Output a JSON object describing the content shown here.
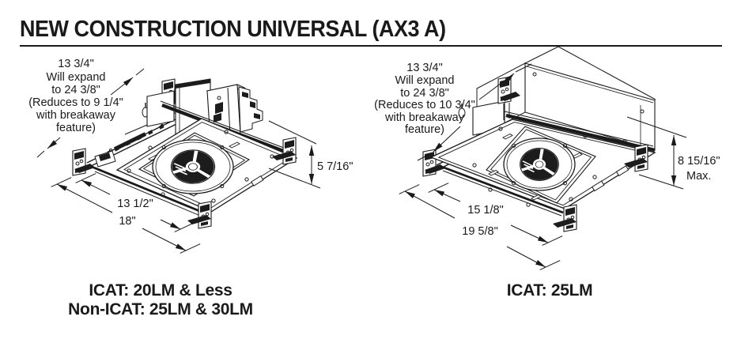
{
  "title": "NEW CONSTRUCTION UNIVERSAL (AX3 A)",
  "figures": {
    "left": {
      "expansion_note": [
        "13 3/4\"",
        "Will expand",
        "to 24 3/8\"",
        "(Reduces to 9 1/4\"",
        "with breakaway",
        "feature)"
      ],
      "height_dim": "5 7/16\"",
      "inner_width_dim": "13 1/2\"",
      "outer_width_dim": "18\"",
      "caption_line1": "ICAT: 20LM & Less",
      "caption_line2": "Non-ICAT: 25LM & 30LM"
    },
    "right": {
      "expansion_note": [
        "13 3/4\"",
        "Will expand",
        "to 24 3/8\"",
        "(Reduces to 10 3/4\"",
        "with breakaway",
        "feature)"
      ],
      "height_dim": "8 15/16\"",
      "height_dim_suffix": "Max.",
      "inner_width_dim": "15 1/8\"",
      "outer_width_dim": "19 5/8\"",
      "caption_line1": "ICAT: 25LM"
    }
  },
  "colors": {
    "ink": "#1a1a1a",
    "background": "#ffffff"
  }
}
